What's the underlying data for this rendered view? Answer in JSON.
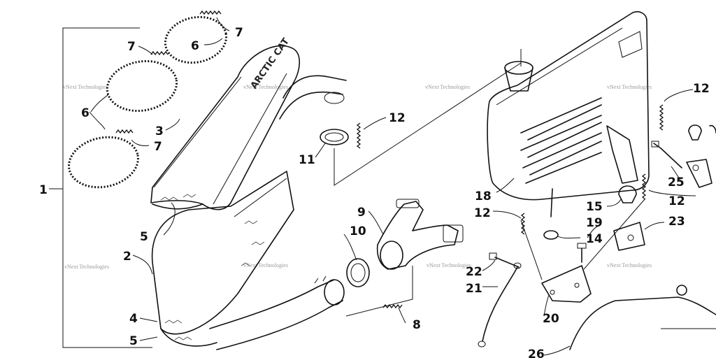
{
  "diagram": {
    "callouts": [
      "1",
      "2",
      "3",
      "4",
      "5",
      "5",
      "6",
      "6",
      "7",
      "7",
      "7",
      "8",
      "9",
      "10",
      "11",
      "12",
      "12",
      "12",
      "12",
      "14",
      "15",
      "18",
      "19",
      "20",
      "21",
      "22",
      "23",
      "25",
      "26"
    ],
    "brand_text": "ARCTIC CAT",
    "watermark_text": "vNext Technologies",
    "colors": {
      "line": "#111111",
      "background": "#ffffff",
      "watermark": "#9a9a9a"
    }
  }
}
